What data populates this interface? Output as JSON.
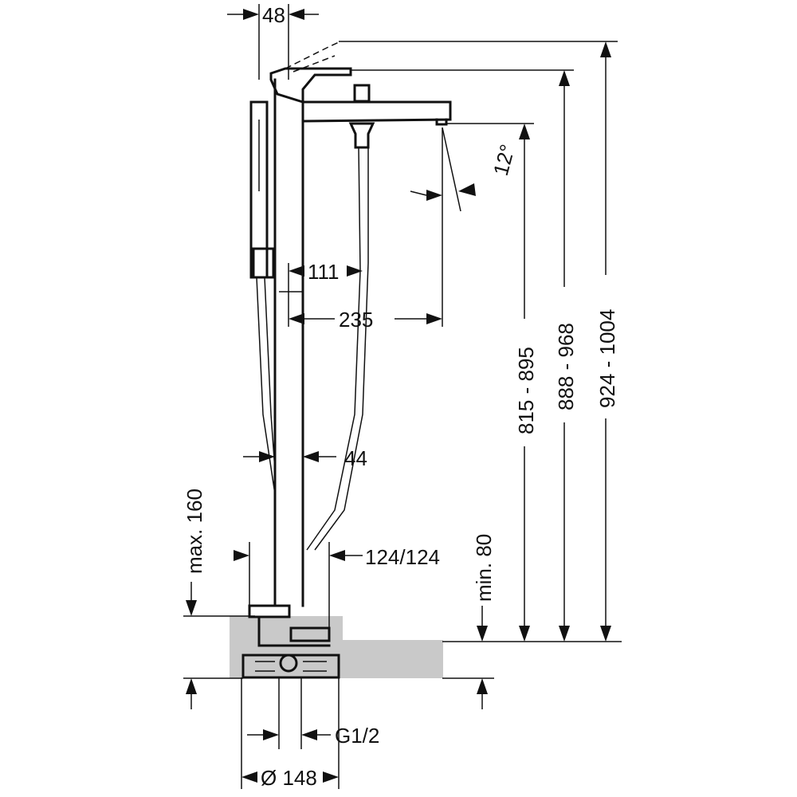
{
  "diagram": {
    "dimensions": {
      "d48": "48",
      "d111": "111",
      "d235": "235",
      "d44": "44",
      "d12deg": "12°",
      "d815_895": "815 - 895",
      "d888_968": "888 - 968",
      "d924_1004": "924 - 1004",
      "max160": "max. 160",
      "min80": "min. 80",
      "d124_124": "124/124",
      "g12": "G1/2",
      "dia148": "Ø 148"
    },
    "colors": {
      "line": "#111111",
      "floor": "#c9c9c9",
      "background": "#ffffff"
    }
  }
}
